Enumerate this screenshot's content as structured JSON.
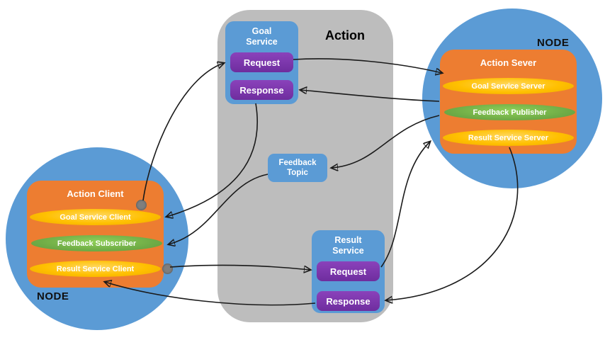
{
  "center": {
    "title": "Action",
    "goal_service": {
      "label": "Goal Service",
      "request": "Request",
      "response": "Response"
    },
    "feedback_topic": {
      "label": "Feedback Topic"
    },
    "result_service": {
      "label": "Result Service",
      "request": "Request",
      "response": "Response"
    }
  },
  "client_node": {
    "node_label": "NODE",
    "title": "Action Client",
    "items": [
      {
        "label": "Goal Service Client",
        "color": "yellow"
      },
      {
        "label": "Feedback Subscriber",
        "color": "green"
      },
      {
        "label": "Result Service Client",
        "color": "yellow"
      }
    ]
  },
  "server_node": {
    "node_label": "NODE",
    "title": "Action Sever",
    "items": [
      {
        "label": "Goal Service Server",
        "color": "yellow"
      },
      {
        "label": "Feedback Publisher",
        "color": "green"
      },
      {
        "label": "Result Service Server",
        "color": "yellow"
      }
    ]
  },
  "colors": {
    "node_circle": "#5B9BD5",
    "panel_orange": "#ED7D31",
    "pill_yellow": "#FFC000",
    "pill_green": "#70AD47",
    "button_purple": "#7030A0",
    "action_gray": "#BDBDBD",
    "service_blue": "#5B9BD5",
    "arrow": "#1A1A1A"
  }
}
